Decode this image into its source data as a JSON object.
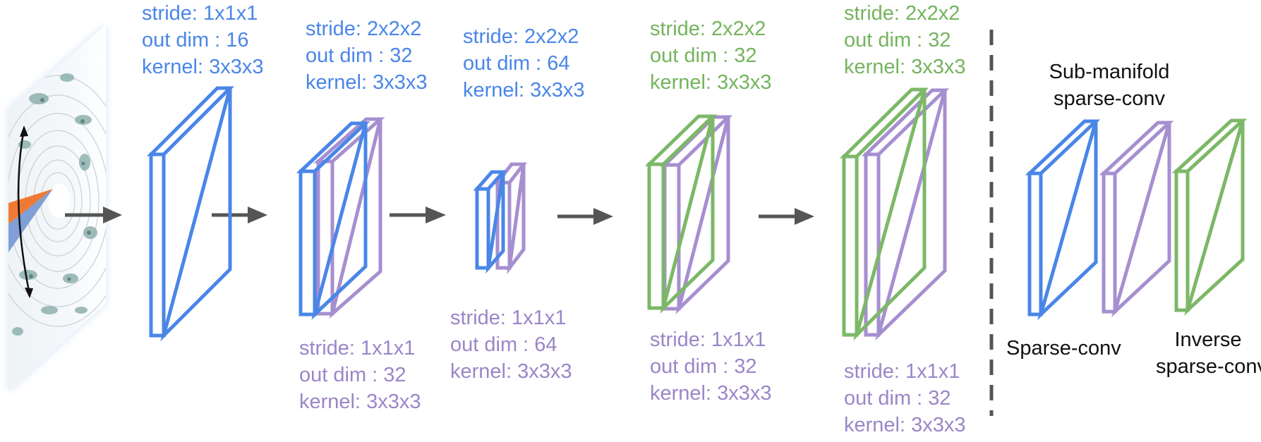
{
  "colors": {
    "blue": "#4a86e8",
    "purple": "#a68fd0",
    "green": "#7cb867",
    "arrow": "#555555",
    "divider": "#555555"
  },
  "stages": [
    {
      "lines": [
        "stride: 1x1x1",
        "out dim : 16",
        "kernel: 3x3x3"
      ]
    },
    {
      "lines": [
        "stride: 2x2x2",
        "out dim : 32",
        "kernel: 3x3x3"
      ]
    },
    {
      "lines": [
        "stride: 1x1x1",
        "out dim : 32",
        "kernel: 3x3x3"
      ]
    },
    {
      "lines": [
        "stride: 2x2x2",
        "out dim : 64",
        "kernel: 3x3x3"
      ]
    },
    {
      "lines": [
        "stride: 1x1x1",
        "out dim : 64",
        "kernel: 3x3x3"
      ]
    },
    {
      "lines": [
        "stride: 2x2x2",
        "out dim : 32",
        "kernel: 3x3x3"
      ]
    },
    {
      "lines": [
        "stride: 1x1x1",
        "out dim : 32",
        "kernel: 3x3x3"
      ]
    },
    {
      "lines": [
        "stride: 2x2x2",
        "out dim : 32",
        "kernel: 3x3x3"
      ]
    },
    {
      "lines": [
        "stride: 1x1x1",
        "out dim : 32",
        "kernel: 3x3x3"
      ]
    }
  ],
  "legend": {
    "submanifold": [
      "Sub-manifold",
      "sparse-conv"
    ],
    "sparse": [
      "Sparse-conv"
    ],
    "inverse": [
      "Inverse",
      "sparse-conv"
    ]
  }
}
